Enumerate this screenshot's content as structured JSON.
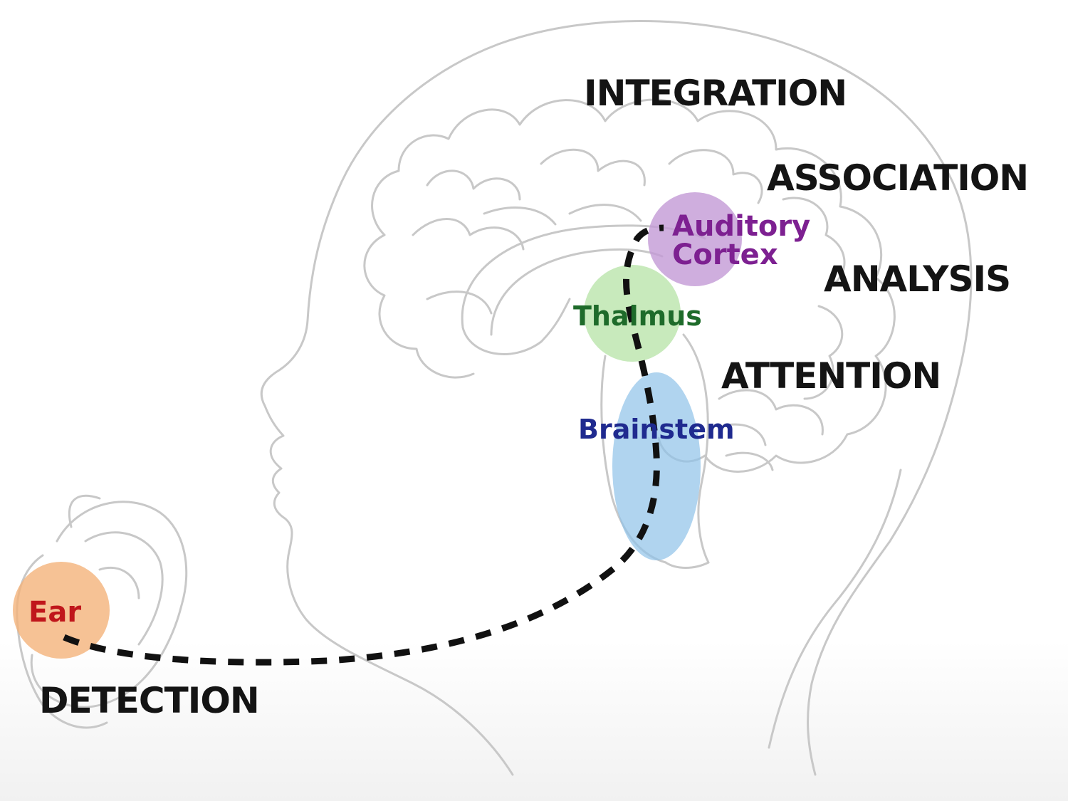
{
  "stages": {
    "integration": "INTEGRATION",
    "association": "ASSOCIATION",
    "analysis": "ANALYSIS",
    "attention": "ATTENTION",
    "detection": "DETECTION"
  },
  "regions": {
    "ear": {
      "label": "Ear",
      "color": "#f4b37b",
      "text_color": "#c0161b"
    },
    "brainstem": {
      "label": "Brainstem",
      "color": "#8ec2e8",
      "text_color": "#1f2a8f"
    },
    "thalamus": {
      "label": "Thalmus",
      "color": "#b5e3a6",
      "text_color": "#1e6b2a"
    },
    "auditory_cortex": {
      "label_line1": "Auditory",
      "label_line2": "Cortex",
      "color": "#c39ad6",
      "text_color": "#7d2091"
    }
  },
  "outline_color": "#c8c8c8",
  "pathway_color": "#111111"
}
